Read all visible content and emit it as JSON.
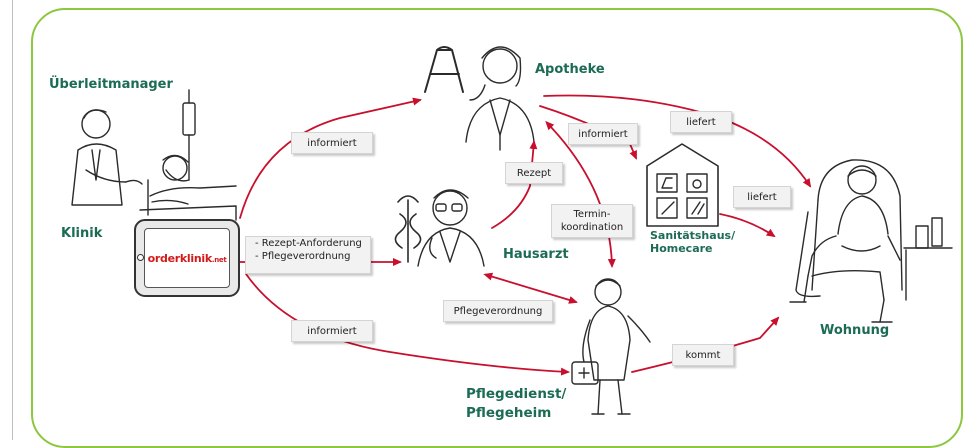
{
  "roles": {
    "ueberleitmanager": "Überleitmanager",
    "klinik": "Klinik",
    "apotheke": "Apotheke",
    "hausarzt": "Hausarzt",
    "sanitaetshaus_line1": "Sanitätshaus/",
    "sanitaetshaus_line2": "Homecare",
    "wohnung": "Wohnung",
    "pflegedienst_line1": "Pflegedienst/",
    "pflegedienst_line2": "Pflegeheim"
  },
  "labels": {
    "informiert_top": "informiert",
    "informiert_bottom": "informiert",
    "informiert_apotheke": "informiert",
    "liefert_top": "liefert",
    "liefert_mid": "liefert",
    "rezept": "Rezept",
    "termin_line1": "Termin-",
    "termin_line2": "koordination",
    "rezept_anforderung": "- Rezept-Anforderung",
    "pflegeverordnung_item": "- Pflegeverordnung",
    "pflegeverordnung": "Pflegeverordnung",
    "kommt": "kommt"
  },
  "logo": {
    "part1": "order",
    "part2": "klinik",
    "part3": ".net"
  },
  "colors": {
    "frame": "#8dc63f",
    "arrow": "#c8102e",
    "role_text": "#1b6b55",
    "label_bg": "#f2f2f2"
  },
  "icons": [
    "apotheke-a-icon",
    "caduceus-icon",
    "house-icon",
    "tablet-icon"
  ]
}
